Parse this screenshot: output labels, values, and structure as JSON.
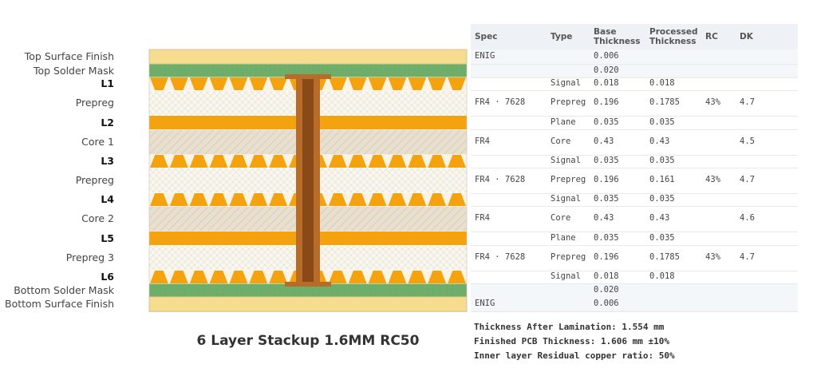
{
  "title": "6 Layer Stackup 1.6MM RC50",
  "layers": [
    {
      "label": "Top Surface Finish",
      "bold": false,
      "kind": "finish",
      "spec": "ENIG",
      "type": "",
      "base": "0.006",
      "processed": "",
      "rc": "",
      "dk": ""
    },
    {
      "label": "Top Solder Mask",
      "bold": false,
      "kind": "mask",
      "spec": "",
      "type": "",
      "base": "0.020",
      "processed": "",
      "rc": "",
      "dk": ""
    },
    {
      "label": "L1",
      "bold": true,
      "kind": "signal",
      "spec": "",
      "type": "Signal",
      "base": "0.018",
      "processed": "0.018",
      "rc": "",
      "dk": ""
    },
    {
      "label": "Prepreg",
      "bold": false,
      "kind": "prepreg",
      "spec": "FR4 · 7628",
      "type": "Prepreg",
      "base": "0.196",
      "processed": "0.1785",
      "rc": "43%",
      "dk": "4.7"
    },
    {
      "label": "L2",
      "bold": true,
      "kind": "plane",
      "spec": "",
      "type": "Plane",
      "base": "0.035",
      "processed": "0.035",
      "rc": "",
      "dk": ""
    },
    {
      "label": "Core 1",
      "bold": false,
      "kind": "core",
      "spec": "FR4",
      "type": "Core",
      "base": "0.43",
      "processed": "0.43",
      "rc": "",
      "dk": "4.5"
    },
    {
      "label": "L3",
      "bold": true,
      "kind": "signal",
      "spec": "",
      "type": "Signal",
      "base": "0.035",
      "processed": "0.035",
      "rc": "",
      "dk": ""
    },
    {
      "label": "Prepreg",
      "bold": false,
      "kind": "prepreg",
      "spec": "FR4 · 7628",
      "type": "Prepreg",
      "base": "0.196",
      "processed": "0.161",
      "rc": "43%",
      "dk": "4.7"
    },
    {
      "label": "L4",
      "bold": true,
      "kind": "signal",
      "spec": "",
      "type": "Signal",
      "base": "0.035",
      "processed": "0.035",
      "rc": "",
      "dk": ""
    },
    {
      "label": "Core 2",
      "bold": false,
      "kind": "core",
      "spec": "FR4",
      "type": "Core",
      "base": "0.43",
      "processed": "0.43",
      "rc": "",
      "dk": "4.6"
    },
    {
      "label": "L5",
      "bold": true,
      "kind": "plane",
      "spec": "",
      "type": "Plane",
      "base": "0.035",
      "processed": "0.035",
      "rc": "",
      "dk": ""
    },
    {
      "label": "Prepreg 3",
      "bold": false,
      "kind": "prepreg",
      "spec": "FR4 · 7628",
      "type": "Prepreg",
      "base": "0.196",
      "processed": "0.1785",
      "rc": "43%",
      "dk": "4.7"
    },
    {
      "label": "L6",
      "bold": true,
      "kind": "signal",
      "spec": "",
      "type": "Signal",
      "base": "0.018",
      "processed": "0.018",
      "rc": "",
      "dk": ""
    },
    {
      "label": "Bottom Solder Mask",
      "bold": false,
      "kind": "mask",
      "spec": "",
      "type": "",
      "base": "0.020",
      "processed": "",
      "rc": "",
      "dk": ""
    },
    {
      "label": "Bottom Surface Finish",
      "bold": false,
      "kind": "finish",
      "spec": "ENIG",
      "type": "",
      "base": "0.006",
      "processed": "",
      "rc": "",
      "dk": ""
    }
  ],
  "table": {
    "headers": {
      "spec": "Spec",
      "type": "Type",
      "base1": "Base",
      "base2": "Thickness",
      "proc1": "Processed",
      "proc2": "Thickness",
      "rc": "RC",
      "dk": "DK"
    }
  },
  "summary": {
    "line1": "Thickness After Lamination: 1.554 mm",
    "line2": "Finished PCB Thickness: 1.606 mm ±10%",
    "line3": "Inner layer Residual copper ratio: 50%"
  },
  "colors": {
    "copper": "#f5a20f",
    "mask": "#6fae6a",
    "finish": "#f5dc8e",
    "prepreg": "#faf6ee",
    "core": "#e8dccb",
    "via": "#b86c2a",
    "viaCore": "#8a4a18"
  }
}
